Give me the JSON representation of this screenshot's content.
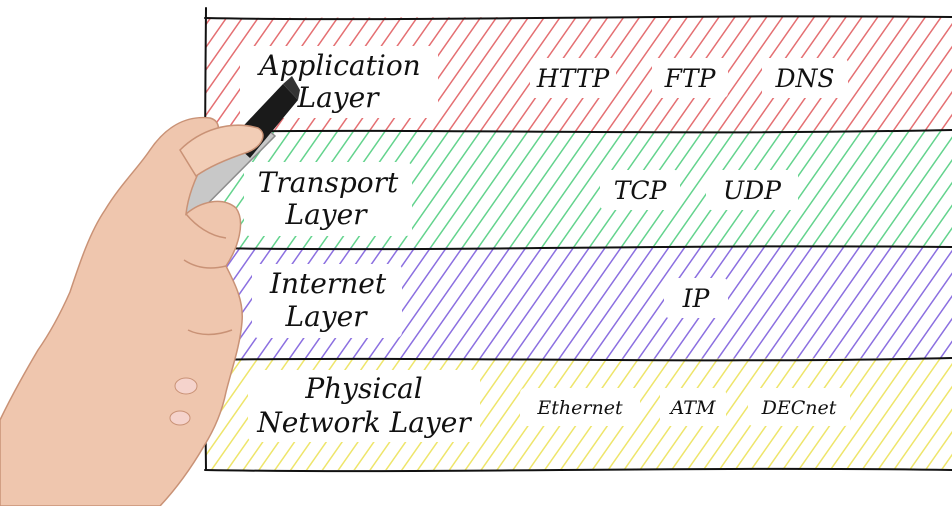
{
  "colors": {
    "application": "#e46f72",
    "transport": "#63d38d",
    "internet": "#8b6fe0",
    "physical": "#eee56a",
    "ink": "#111111",
    "skin": "#efc6ae"
  },
  "layers": [
    {
      "name_line1": "Application",
      "name_line2": "Layer",
      "protocols": [
        "HTTP",
        "FTP",
        "DNS"
      ]
    },
    {
      "name_line1": "Transport",
      "name_line2": "Layer",
      "protocols": [
        "TCP",
        "UDP"
      ]
    },
    {
      "name_line1": "Internet",
      "name_line2": "Layer",
      "protocols": [
        "IP"
      ]
    },
    {
      "name_line1": "Physical",
      "name_line2": "Network Layer",
      "protocols": [
        "Ethernet",
        "ATM",
        "DECnet"
      ]
    }
  ]
}
